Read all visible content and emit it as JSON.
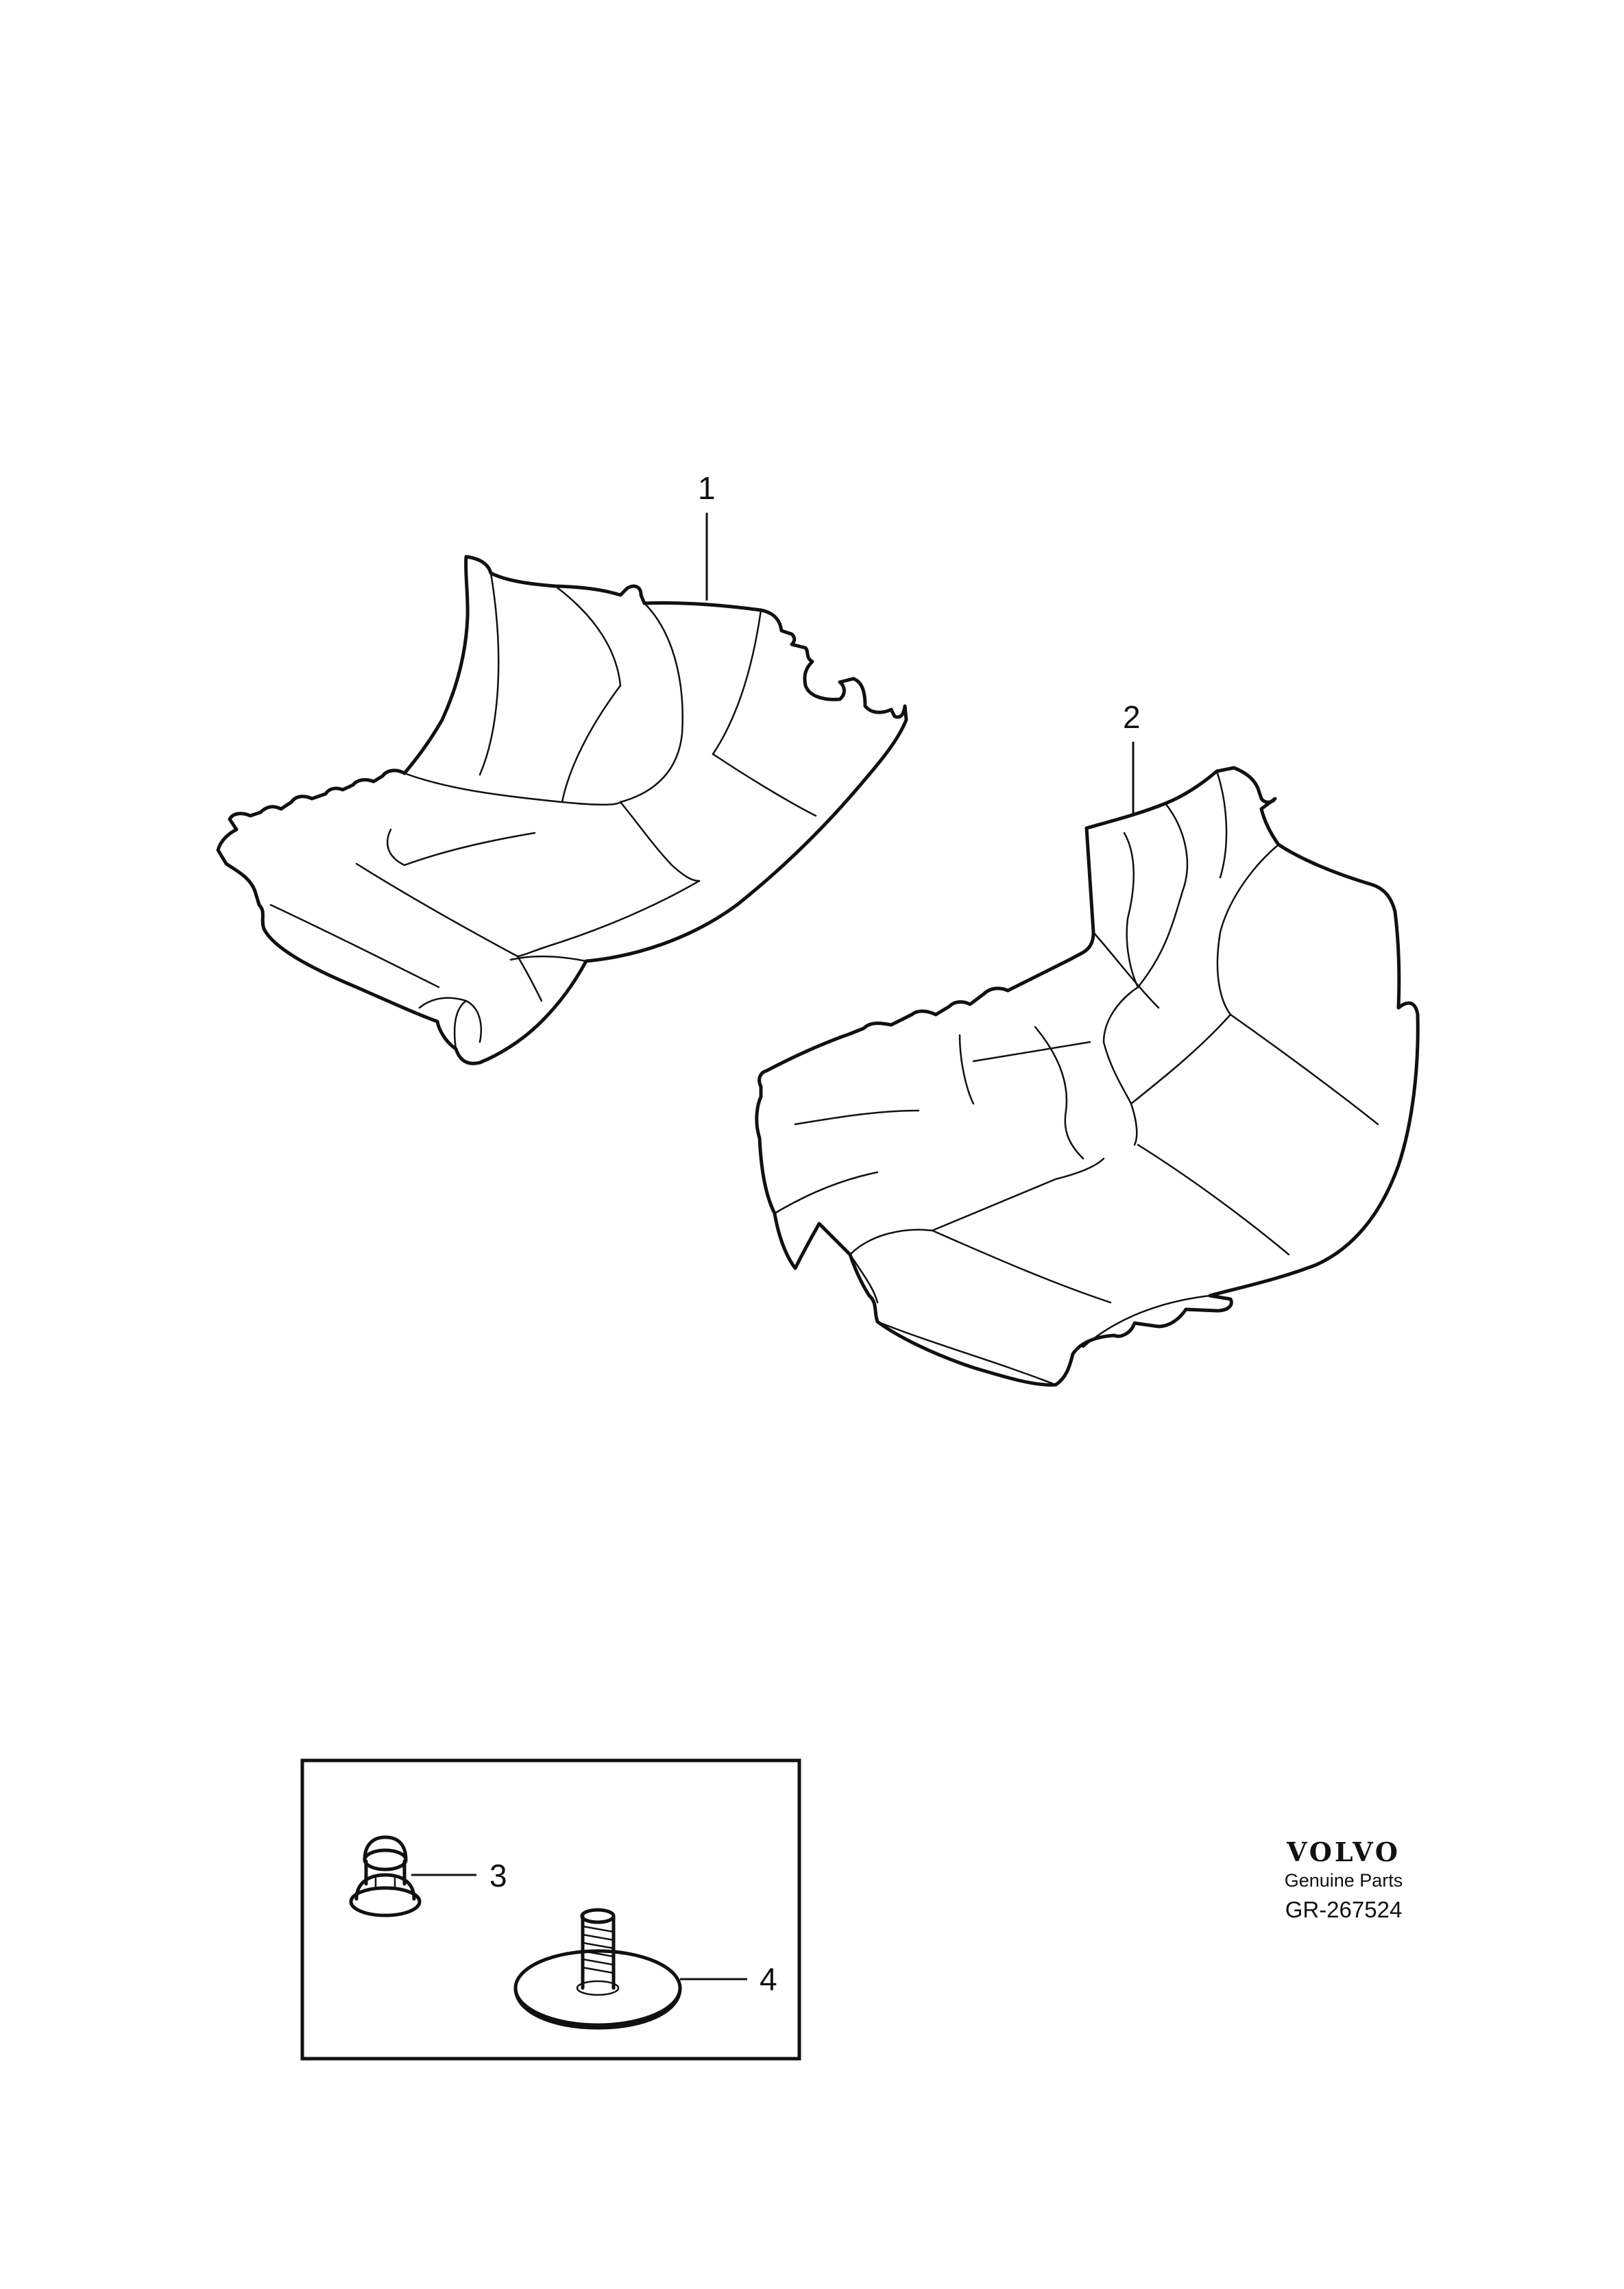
{
  "callouts": {
    "part_1": "1",
    "part_2": "2",
    "part_3": "3",
    "part_4": "4"
  },
  "footer": {
    "brand": "VOLVO",
    "subtitle": "Genuine Parts",
    "reference": "GR-267524"
  },
  "icons": {
    "front_mat": "front-floor-mat-icon",
    "rear_mat": "rear-floor-mat-icon",
    "clip": "retainer-clip-icon",
    "stud": "threaded-stud-icon"
  },
  "colors": {
    "line": "#111111",
    "background": "#ffffff"
  }
}
